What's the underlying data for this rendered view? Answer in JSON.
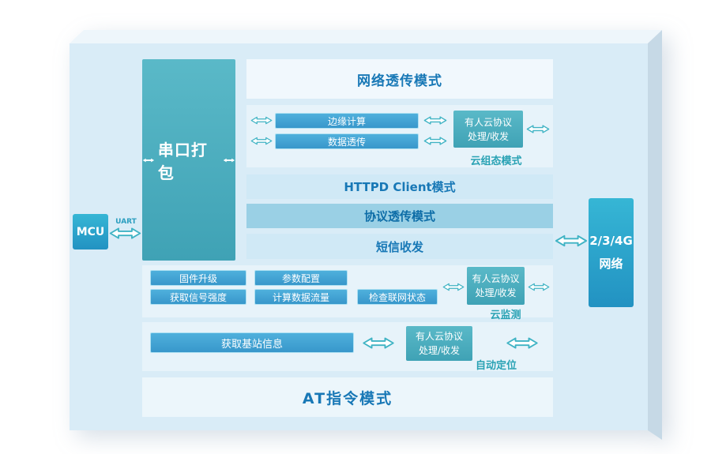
{
  "mcu": {
    "label": "MCU",
    "uart_label": "UART"
  },
  "serial_box": {
    "label": "串口打包"
  },
  "network_transparent": {
    "title": "网络透传模式"
  },
  "cloud_config": {
    "edge_computing": "边缘计算",
    "data_passthrough": "数据透传",
    "cloud_protocol_line1": "有人云协议",
    "cloud_protocol_line2": "处理/收发",
    "caption": "云组态模式"
  },
  "httpd_mode": {
    "label": "HTTPD Client模式"
  },
  "protocol_mode": {
    "label": "协议透传模式"
  },
  "sms": {
    "label": "短信收发"
  },
  "cloud_monitor": {
    "firmware_upgrade": "固件升级",
    "param_config": "参数配置",
    "signal_strength": "获取信号强度",
    "data_traffic": "计算数据流量",
    "network_status": "检查联网状态",
    "cloud_protocol_line1": "有人云协议",
    "cloud_protocol_line2": "处理/收发",
    "caption": "云监测"
  },
  "auto_locate": {
    "base_station": "获取基站信息",
    "cloud_protocol_line1": "有人云协议",
    "cloud_protocol_line2": "处理/收发",
    "caption": "自动定位"
  },
  "at_mode": {
    "label": "AT指令模式"
  },
  "cellular": {
    "line1": "2/3/4G",
    "line2": "网络"
  },
  "colors": {
    "teal_accent": "#3fb3c4",
    "blue_bar": "#45a9d6",
    "teal_box": "#4bb0c2",
    "caption_teal": "#29a2b4",
    "heading_blue": "#1878b6",
    "panel_bg": "#d9ecf7"
  }
}
